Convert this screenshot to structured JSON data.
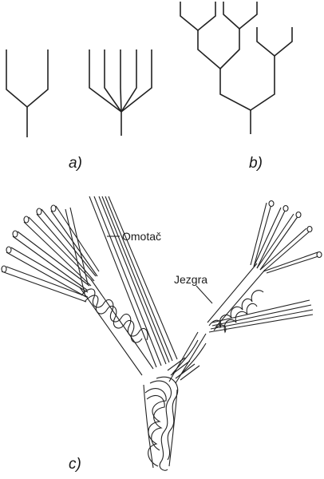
{
  "figure": {
    "panel_a_label": "a)",
    "panel_b_label": "b)",
    "panel_c_label": "c)",
    "callout_omotac": "Omotač",
    "callout_jezgra": "Jezgra"
  },
  "colors": {
    "ink": "#222222",
    "background": "#ffffff"
  }
}
